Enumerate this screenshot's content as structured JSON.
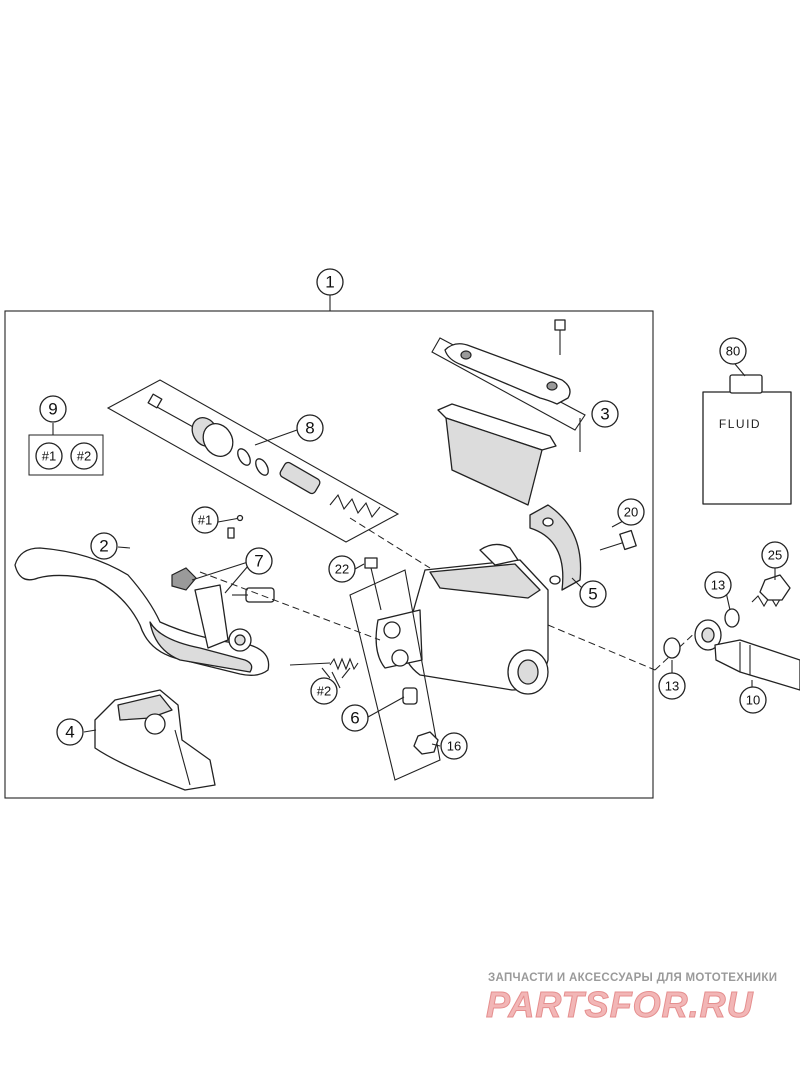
{
  "diagram": {
    "callouts": {
      "c1": "1",
      "c2": "2",
      "c3": "3",
      "c4": "4",
      "c5": "5",
      "c6": "6",
      "c7": "7",
      "c8": "8",
      "c9": "9",
      "c10": "10",
      "c13a": "13",
      "c13b": "13",
      "c16": "16",
      "c20": "20",
      "c22": "22",
      "c25": "25",
      "c80": "80",
      "h1a": "#1",
      "h2a": "#2",
      "h1b": "#1",
      "h2b": "#2"
    },
    "fluid_label": "FLUID"
  },
  "watermark": {
    "subtitle": "ЗАПЧАСТИ И АКСЕССУАРЫ ДЛЯ МОТОТЕХНИКИ",
    "brand": "PARTSFOR.RU"
  }
}
